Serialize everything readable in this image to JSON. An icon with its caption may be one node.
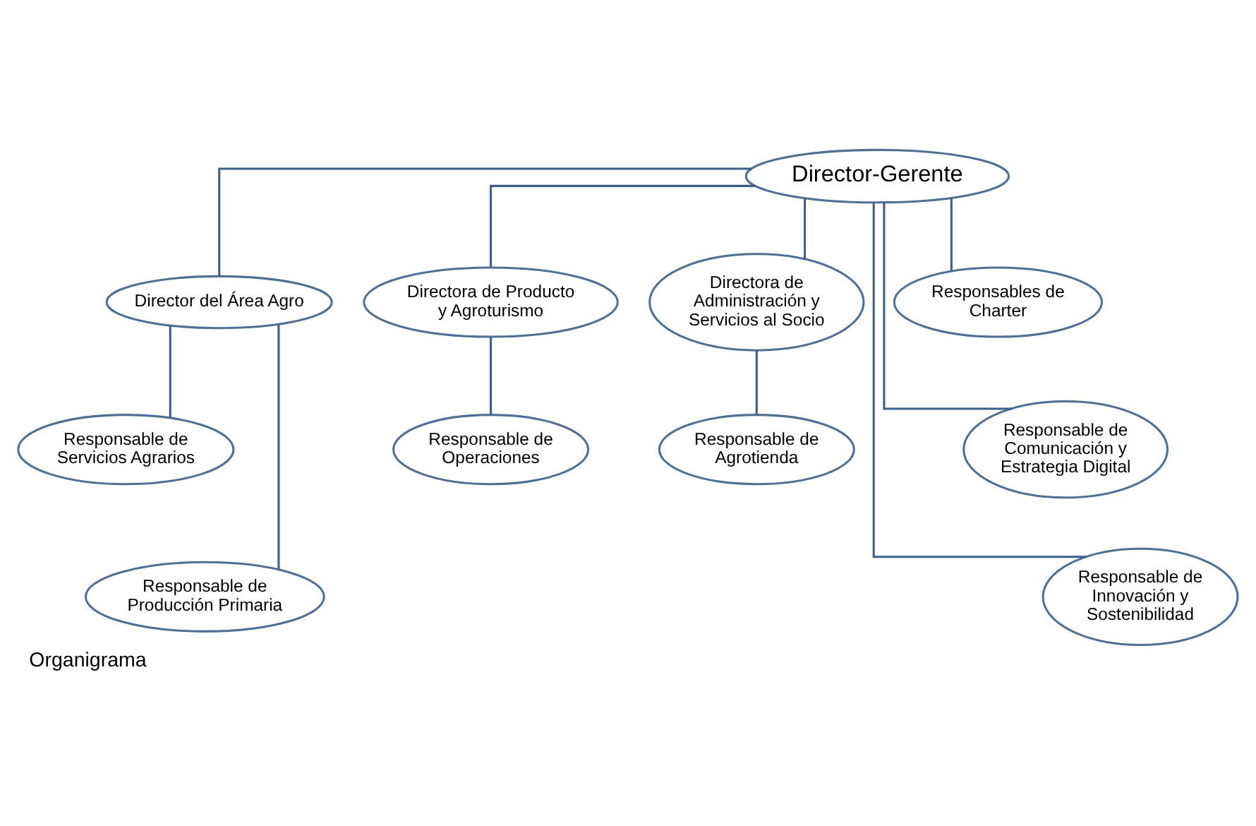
{
  "diagram": {
    "caption": "Organigrama",
    "nodes": [
      {
        "text": [
          "Director-Gerente"
        ]
      },
      {
        "text": [
          "Director del Área Agro"
        ]
      },
      {
        "text": [
          "Directora de Producto y Agroturismo"
        ]
      },
      {
        "text": [
          "Directora de Administración y Servicios al Socio"
        ]
      },
      {
        "text": [
          "Responsable de Servicios Agrarios"
        ]
      },
      {
        "text": [
          "Responsable de Producción Primaria"
        ]
      },
      {
        "text": [
          "Responsable de Operaciones"
        ]
      },
      {
        "text": [
          "Responsable de Agrotienda"
        ]
      },
      {
        "text": [
          "Responsables de Charter"
        ]
      },
      {
        "text": [
          "Responsable de Comunicación y Estrategia Digital"
        ]
      },
      {
        "text": [
          "Responsable de Innovación y Sostenibilidad"
        ]
      }
    ],
    "edges": [
      {
        "from": 0,
        "to": 1,
        "arrow": "none"
      },
      {
        "from": 0,
        "to": 2,
        "arrow": "none"
      },
      {
        "from": 0,
        "to": 3,
        "arrow": "none"
      },
      {
        "from": 0,
        "to": 8,
        "arrow": "none"
      },
      {
        "from": 0,
        "to": 9,
        "arrow": "none"
      },
      {
        "from": 0,
        "to": 10,
        "arrow": "none"
      },
      {
        "from": 1,
        "to": 4,
        "arrow": "none"
      },
      {
        "from": 1,
        "to": 5,
        "arrow": "none"
      },
      {
        "from": 2,
        "to": 6,
        "arrow": "none"
      },
      {
        "from": 3,
        "to": 7,
        "arrow": "none"
      }
    ]
  }
}
